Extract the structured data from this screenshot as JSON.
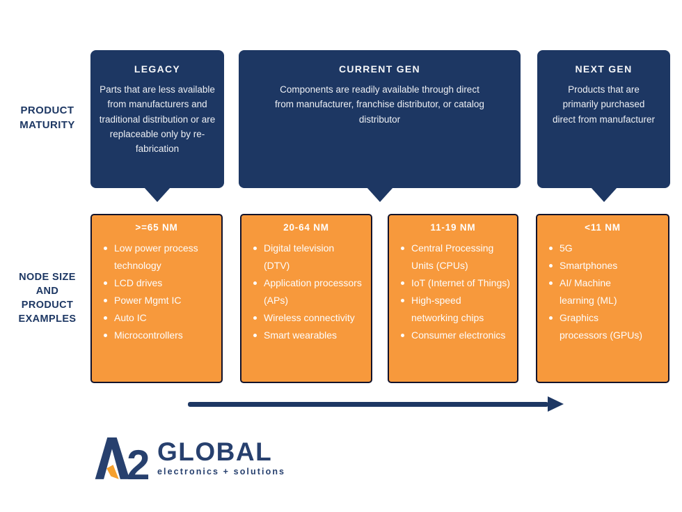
{
  "colors": {
    "navy": "#1d3763",
    "orange": "#f7993c",
    "edge": "#12122a",
    "logo-navy": "#27406e",
    "logo-orange": "#f6a02d"
  },
  "row_labels": {
    "product_maturity": "PRODUCT\nMATURITY",
    "node_size": "NODE SIZE\nAND\nPRODUCT\nEXAMPLES"
  },
  "maturity_cards": [
    {
      "title": "LEGACY",
      "description": "Parts that are less available from manufacturers and traditional distribution or are replaceable only by re-fabrication"
    },
    {
      "title": "CURRENT GEN",
      "description": "Components are readily available through direct from manufacturer, franchise distributor, or catalog distributor"
    },
    {
      "title": "NEXT GEN",
      "description": "Products that are primarily purchased direct from manufacturer"
    }
  ],
  "node_cards": [
    {
      "title": ">=65 NM",
      "items": [
        "Low power process technology",
        "LCD drives",
        "Power Mgmt IC",
        "Auto IC",
        "Microcontrollers"
      ]
    },
    {
      "title": "20-64 NM",
      "items": [
        "Digital television (DTV)",
        "Application processors (APs)",
        "Wireless connectivity",
        "Smart wearables"
      ]
    },
    {
      "title": "11-19 NM",
      "items": [
        "Central Processing Units (CPUs)",
        "IoT (Internet of Things)",
        "High-speed networking chips",
        "Consumer electronics"
      ]
    },
    {
      "title": "<11 NM",
      "items": [
        "5G",
        "Smartphones",
        "AI/ Machine learning (ML)",
        "Graphics processors (GPUs)"
      ]
    }
  ],
  "logo": {
    "mark": "2",
    "name": "GLOBAL",
    "tagline": "electronics + solutions"
  }
}
